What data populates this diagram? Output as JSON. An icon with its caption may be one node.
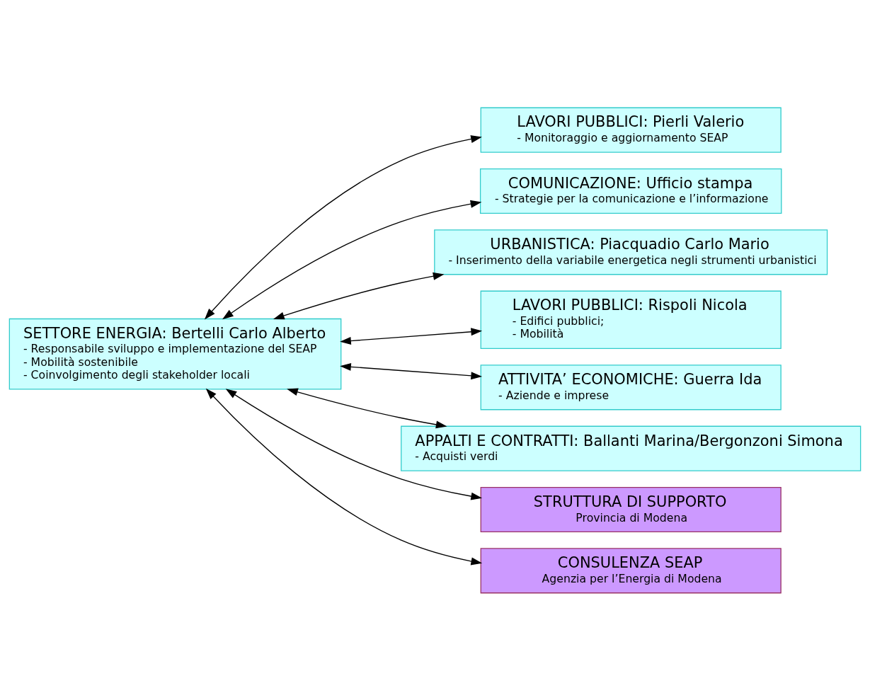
{
  "diagram": {
    "nodes": [
      {
        "text": [
          "SETTORE ENERGIA: Bertelli Carlo Alberto",
          "- Responsabile sviluppo e implementazione del SEAP",
          "- Mobilità sostenibile",
          "- Coinvolgimento degli stakeholder locali"
        ]
      },
      {
        "text": [
          "LAVORI PUBBLICI: Pierli Valerio",
          "- Monitoraggio e aggiornamento SEAP"
        ]
      },
      {
        "text": [
          "COMUNICAZIONE: Ufficio stampa",
          "- Strategie per la comunicazione e l’informazione"
        ]
      },
      {
        "text": [
          "URBANISTICA: Piacquadio Carlo Mario",
          "- Inserimento della variabile energetica negli strumenti urbanistici"
        ]
      },
      {
        "text": [
          "LAVORI PUBBLICI: Rispoli Nicola",
          "- Edifici pubblici;",
          "- Mobilità"
        ]
      },
      {
        "text": [
          "ATTIVITA’ ECONOMICHE: Guerra Ida",
          "- Aziende e imprese"
        ]
      },
      {
        "text": [
          "APPALTI E CONTRATTI: Ballanti Marina/Bergonzoni Simona",
          "- Acquisti verdi"
        ]
      },
      {
        "text": [
          "STRUTTURA DI SUPPORTO",
          "Provincia di Modena"
        ]
      },
      {
        "text": [
          "CONSULENZA SEAP",
          "Agenzia per l’Energia di Modena"
        ]
      }
    ],
    "edges": [
      {
        "from": 0,
        "to": 1,
        "arrow": "both"
      },
      {
        "from": 0,
        "to": 2,
        "arrow": "both"
      },
      {
        "from": 0,
        "to": 3,
        "arrow": "both"
      },
      {
        "from": 0,
        "to": 4,
        "arrow": "both"
      },
      {
        "from": 0,
        "to": 5,
        "arrow": "both"
      },
      {
        "from": 0,
        "to": 6,
        "arrow": "both"
      },
      {
        "from": 0,
        "to": 7,
        "arrow": "both"
      },
      {
        "from": 0,
        "to": 8,
        "arrow": "both"
      }
    ]
  }
}
